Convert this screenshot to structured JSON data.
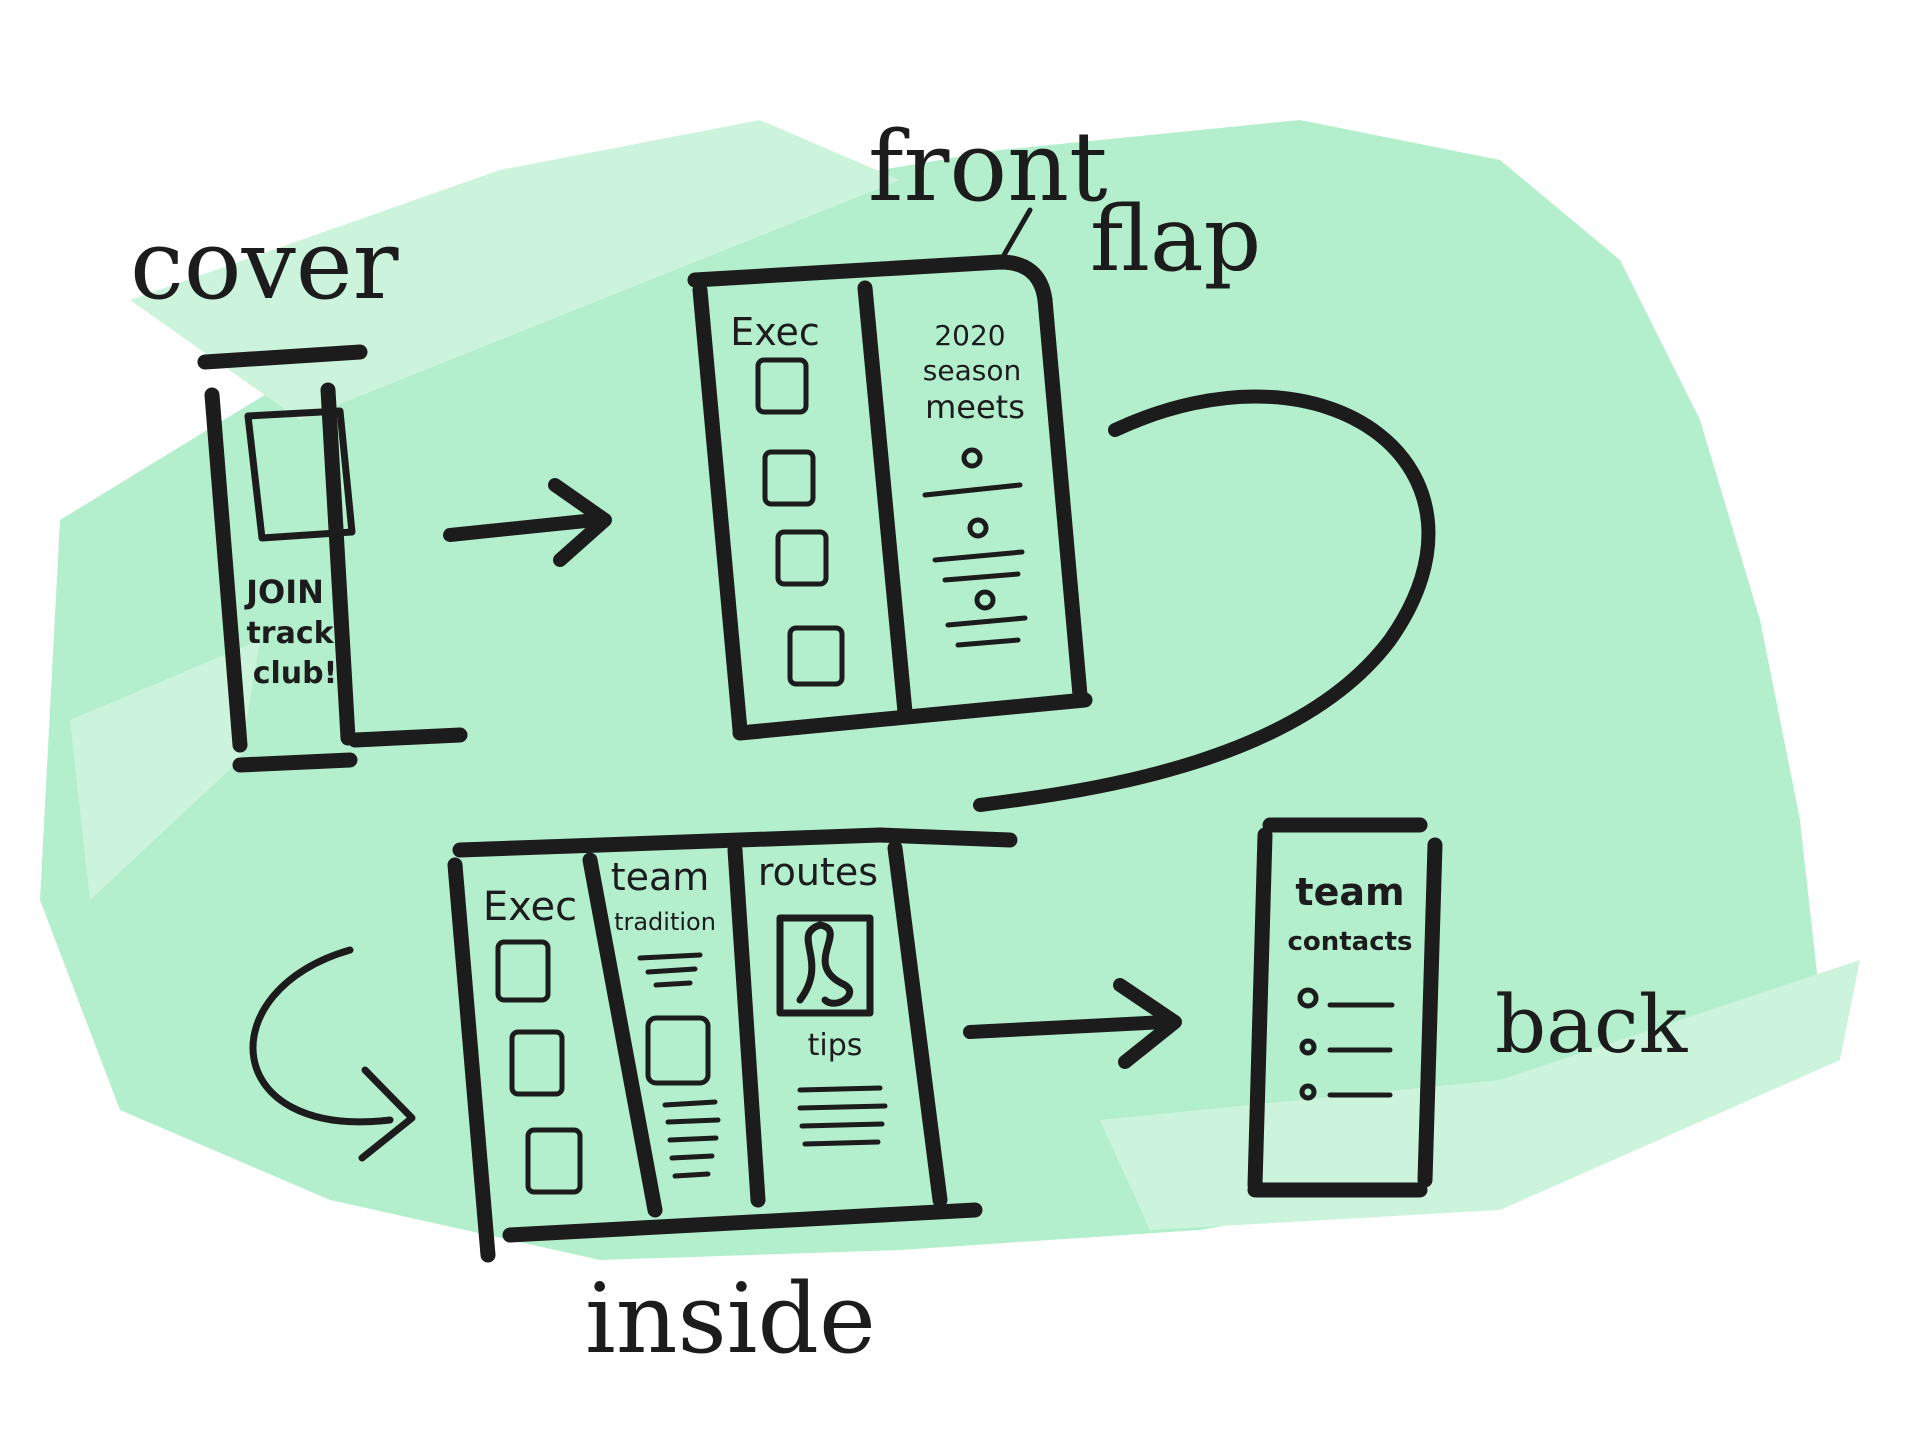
{
  "colors": {
    "wash": "#aeeec9",
    "wash_light": "#c8f4da",
    "ink": "#1c1c1c"
  },
  "labels": {
    "cover": "cover",
    "front_flap_line1": "front",
    "front_flap_line2": "flap",
    "inside": "inside",
    "back": "back"
  },
  "cover_panel": {
    "line1": "JOIN",
    "line2": "track",
    "line3": "club!"
  },
  "front_flap_panel": {
    "left_heading": "Exec",
    "right_line1": "2020",
    "right_line2": "season",
    "right_line3": "meets"
  },
  "inside_panel": {
    "col1_heading": "Exec",
    "col2_heading_line1": "team",
    "col2_heading_line2": "tradition",
    "col3_heading": "routes",
    "col3_sub": "tips"
  },
  "back_panel": {
    "heading_line1": "team",
    "heading_line2": "contacts"
  }
}
